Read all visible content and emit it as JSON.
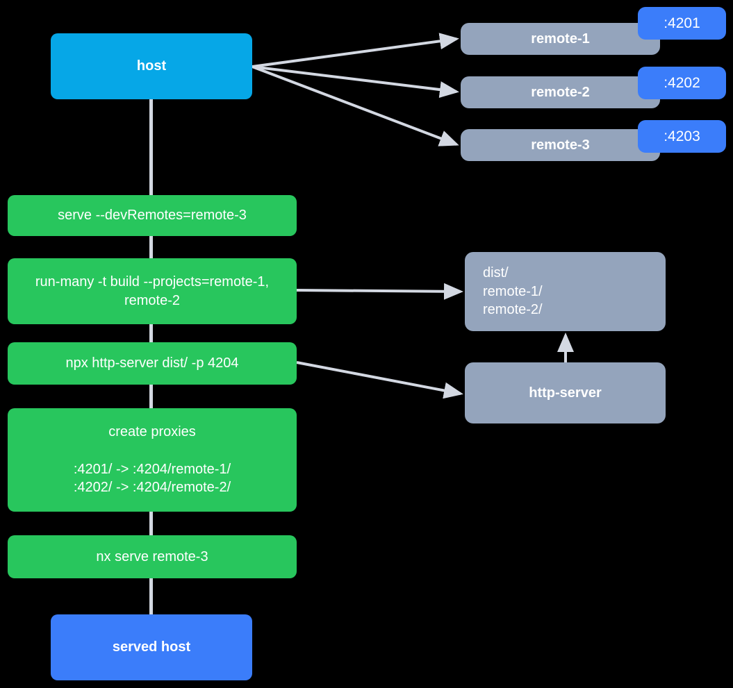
{
  "diagram": {
    "title": "nx module federation host and remotes serving flow",
    "background_color": "#000000",
    "edge_color": "#d3d8e2",
    "colors": {
      "host": "#06a7e7",
      "served_host": "#3b7dfa",
      "remote": "#94a4bc",
      "command": "#28c65d",
      "port_badge": "#3b7dfa",
      "text": "#ffffff"
    }
  },
  "nodes": {
    "host": {
      "label": "host"
    },
    "served_host": {
      "label": "served host"
    },
    "remotes": [
      {
        "label": "remote-1",
        "port": ":4201"
      },
      {
        "label": "remote-2",
        "port": ":4202"
      },
      {
        "label": "remote-3",
        "port": ":4203"
      }
    ],
    "commands": [
      {
        "id": "serve-devremotes",
        "label": "serve --devRemotes=remote-3"
      },
      {
        "id": "run-many-build",
        "label": "run-many -t build --projects=remote-1, remote-2"
      },
      {
        "id": "npx-http-server",
        "label": "npx http-server dist/ -p 4204"
      },
      {
        "id": "create-proxies",
        "label": "create proxies\n\n:4201/ -> :4204/remote-1/\n:4202/ -> :4204/remote-2/"
      },
      {
        "id": "nx-serve-remote-3",
        "label": "nx serve remote-3"
      }
    ],
    "dist": {
      "label": "dist/\n     remote-1/\n     remote-2/"
    },
    "http_server": {
      "label": "http-server"
    }
  }
}
